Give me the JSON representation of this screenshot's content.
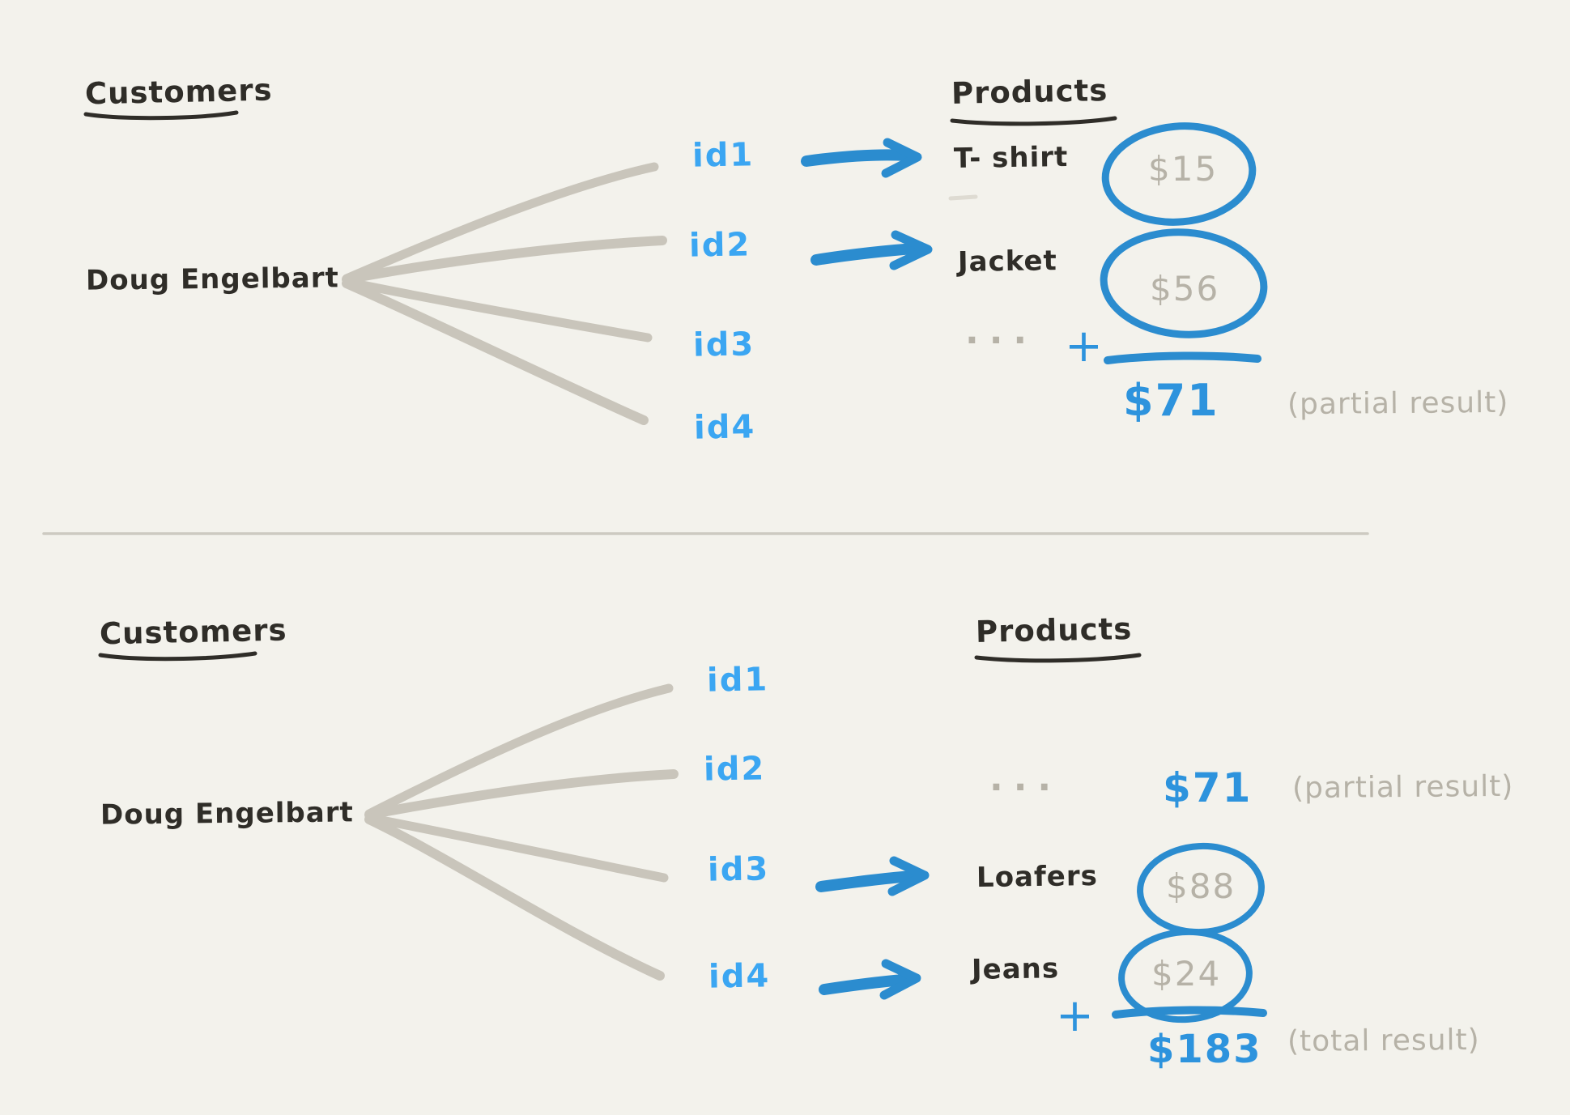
{
  "palette": {
    "background": "#f3f2ec",
    "ink": "#2f2d28",
    "gray": "#c9c5bb",
    "gray_text": "#b6b2a7",
    "blue": "#2b8ccf",
    "blue_light": "#3ba6f2",
    "blue_text": "#2d93dd",
    "divider": "#cdcac1"
  },
  "top": {
    "customers_heading": "Customers",
    "products_heading": "Products",
    "customer_name": "Doug Engelbart",
    "ids": [
      "id1",
      "id2",
      "id3",
      "id4"
    ],
    "mappings": [
      {
        "id": "id1",
        "product": "T- shirt",
        "price": "$15"
      },
      {
        "id": "id2",
        "product": "Jacket",
        "price": "$56"
      }
    ],
    "ellipsis": "...",
    "plus": "+",
    "partial_sum": "$71",
    "partial_note": "(partial result)"
  },
  "bottom": {
    "customers_heading": "Customers",
    "products_heading": "Products",
    "customer_name": "Doug Engelbart",
    "ids": [
      "id1",
      "id2",
      "id3",
      "id4"
    ],
    "ellipsis": "...",
    "carried_sum": "$71",
    "carried_note": "(partial result)",
    "mappings": [
      {
        "id": "id3",
        "product": "Loafers",
        "price": "$88"
      },
      {
        "id": "id4",
        "product": "Jeans",
        "price": "$24"
      }
    ],
    "plus": "+",
    "total_sum": "$183",
    "total_note": "(total result)"
  }
}
